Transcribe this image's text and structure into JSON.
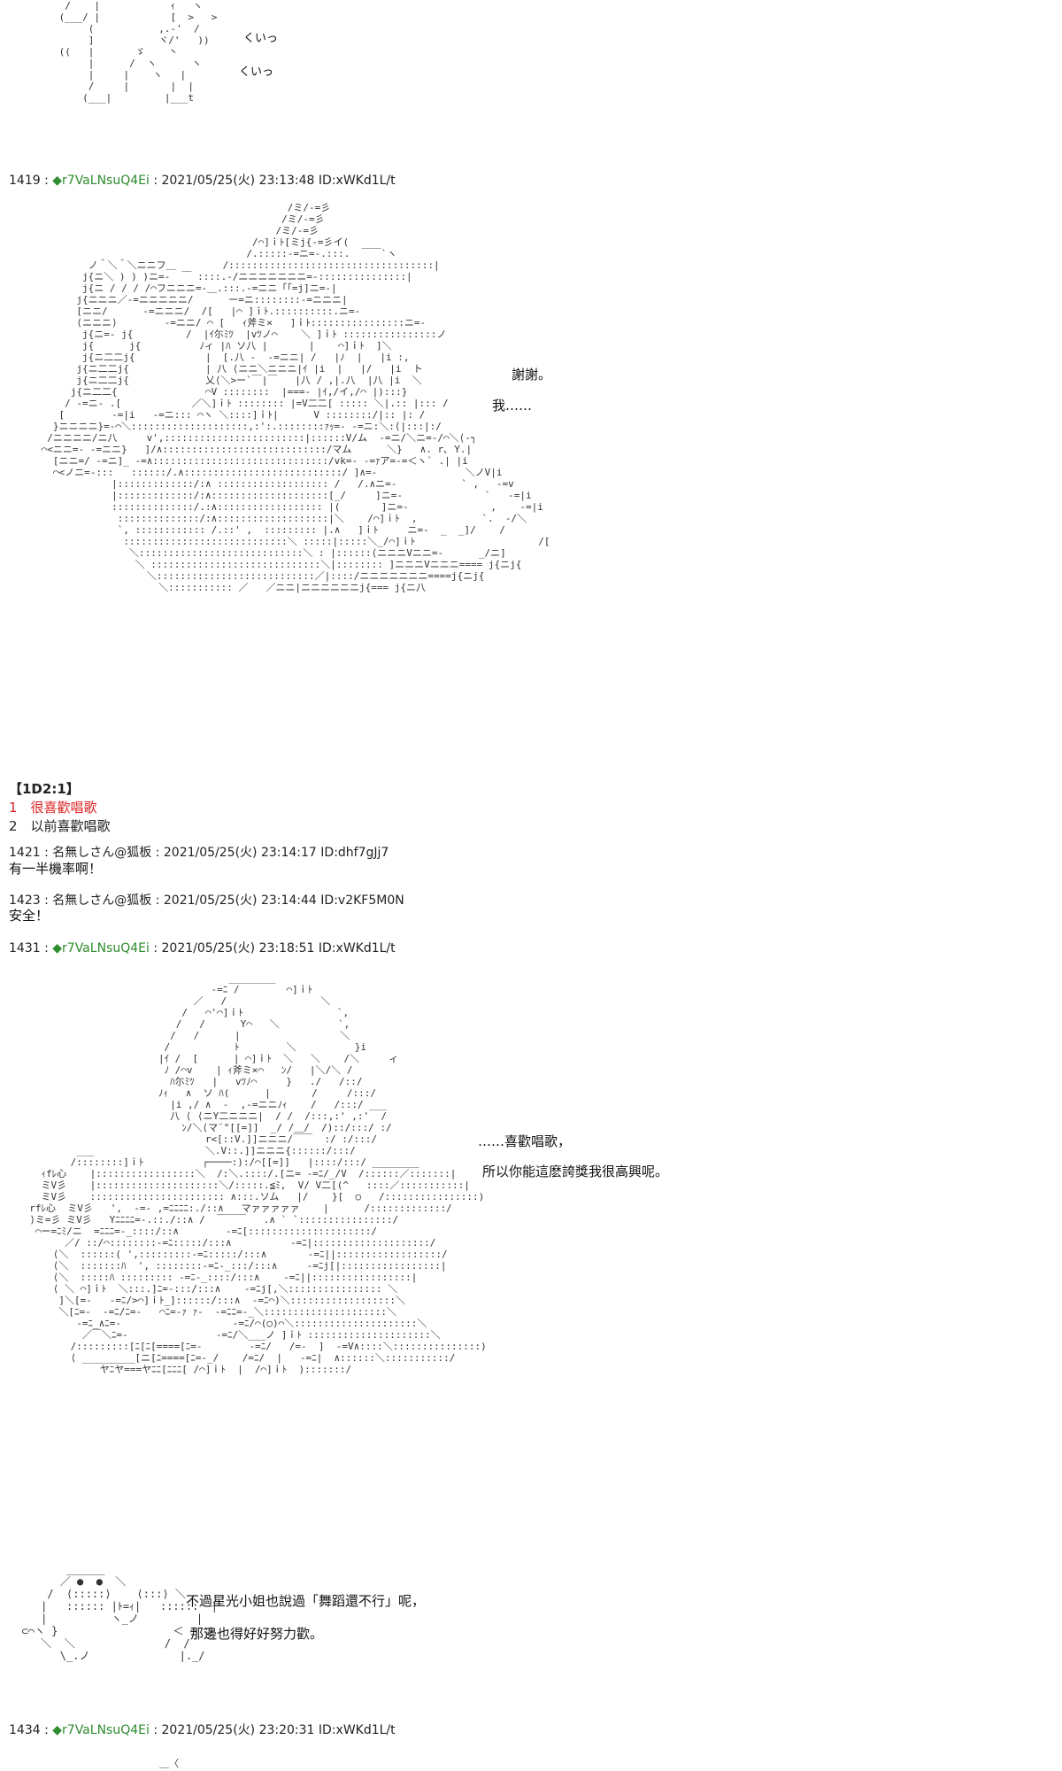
{
  "posts": [
    {
      "num": "1419",
      "name": "◆r7VaLNsuQ4Ei",
      "date": "2021/05/25(火) 23:13:48",
      "id": "ID:xWKd1L/t"
    },
    {
      "num": "1421",
      "name": "名無しさん@狐板",
      "date": "2021/05/25(火) 23:14:17",
      "id": "ID:dhf7gJj7",
      "body": "有一半機率啊！"
    },
    {
      "num": "1423",
      "name": "名無しさん@狐板",
      "date": "2021/05/25(火) 23:14:44",
      "id": "ID:v2KF5M0N",
      "body": "安全！"
    },
    {
      "num": "1431",
      "name": "◆r7VaLNsuQ4Ei",
      "date": "2021/05/25(火) 23:18:51",
      "id": "ID:xWKd1L/t"
    },
    {
      "num": "1434",
      "name": "◆r7VaLNsuQ4Ei",
      "date": "2021/05/25(火) 23:20:31",
      "id": "ID:xWKd1L/t"
    }
  ],
  "separator": " : ",
  "top_fragment": {
    "sfx1": "くいっ",
    "sfx2": "くいっ"
  },
  "dialog_1419": {
    "line1": "謝謝。",
    "line2": "我……"
  },
  "vote": {
    "title": "【1D2:1】",
    "option1": "1　很喜歡唱歌",
    "option2": "2　以前喜歡唱歌"
  },
  "dialog_1431": {
    "line1": "……喜歡唱歌，",
    "line2": "所以你能這麽誇獎我很高興呢。"
  },
  "dialog_1431b": {
    "line1": "不過星光小姐也說過「舞蹈還不行」呢，",
    "line2": "那邊也得好好努力歡。"
  }
}
